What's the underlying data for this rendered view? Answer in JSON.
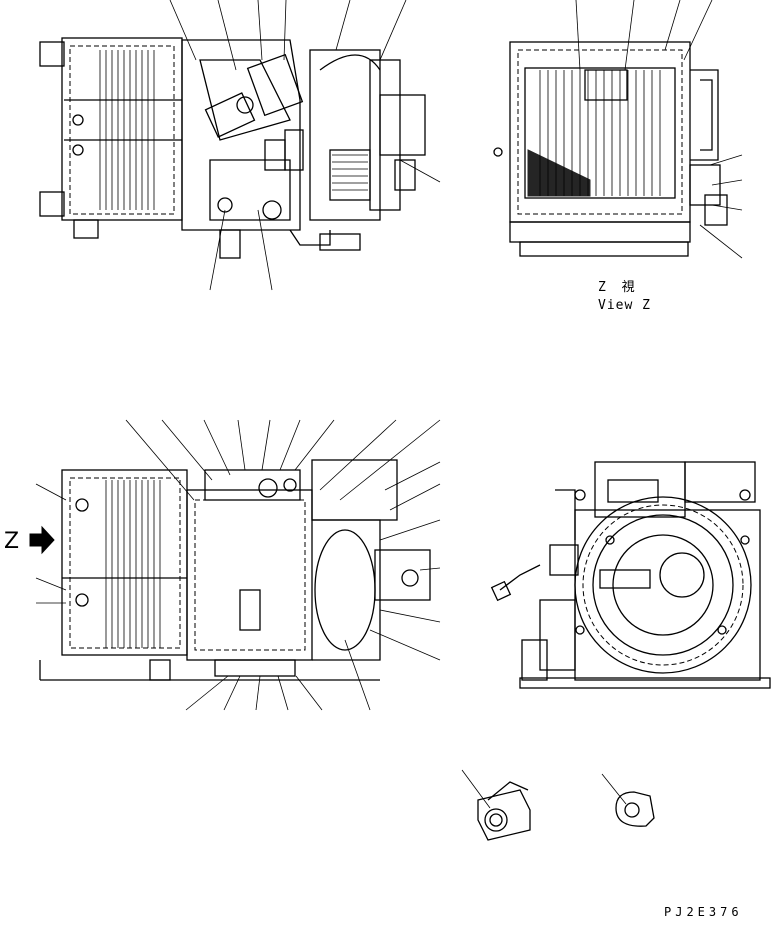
{
  "view_z": {
    "line1": "Z 視",
    "line2": "View Z"
  },
  "arrow_label": "Z",
  "drawing_code": "PJ2E376"
}
